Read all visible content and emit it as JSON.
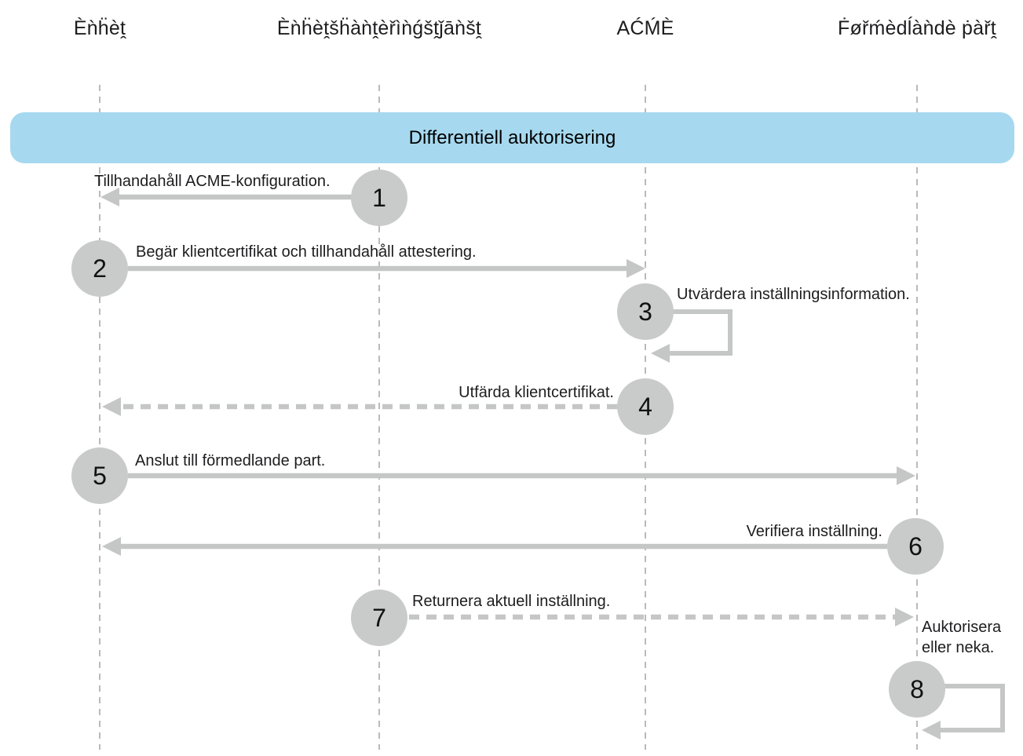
{
  "diagram": {
    "title": "Differentiell auktorisering",
    "actors": [
      {
        "label": "Èǹḧèṱ"
      },
      {
        "label": "Èǹḧèṱšḧàǹṱèřìǹǵšṱǰāǹšṱ"
      },
      {
        "label": "AĆḾÈ"
      },
      {
        "label": "Ḟøřḿèdĺàǹdè ṗàřṱ"
      }
    ],
    "steps": [
      {
        "number": "1",
        "label": "Tillhandahåll ACME-konfiguration."
      },
      {
        "number": "2",
        "label": "Begär klientcertifikat och tillhandahåll attestering."
      },
      {
        "number": "3",
        "label": "Utvärdera inställningsinformation."
      },
      {
        "number": "4",
        "label": "Utfärda klientcertifikat."
      },
      {
        "number": "5",
        "label": "Anslut till förmedlande part."
      },
      {
        "number": "6",
        "label": "Verifiera inställning."
      },
      {
        "number": "7",
        "label": "Returnera aktuell inställning."
      },
      {
        "number": "8",
        "label": "Auktorisera eller neka."
      }
    ],
    "colors": {
      "banner": "#a6d9ef",
      "arrow": "#c5c7c6",
      "circle": "#c8cbca",
      "lifeline": "#a9a9a9",
      "text": "#1d1d1f"
    }
  }
}
